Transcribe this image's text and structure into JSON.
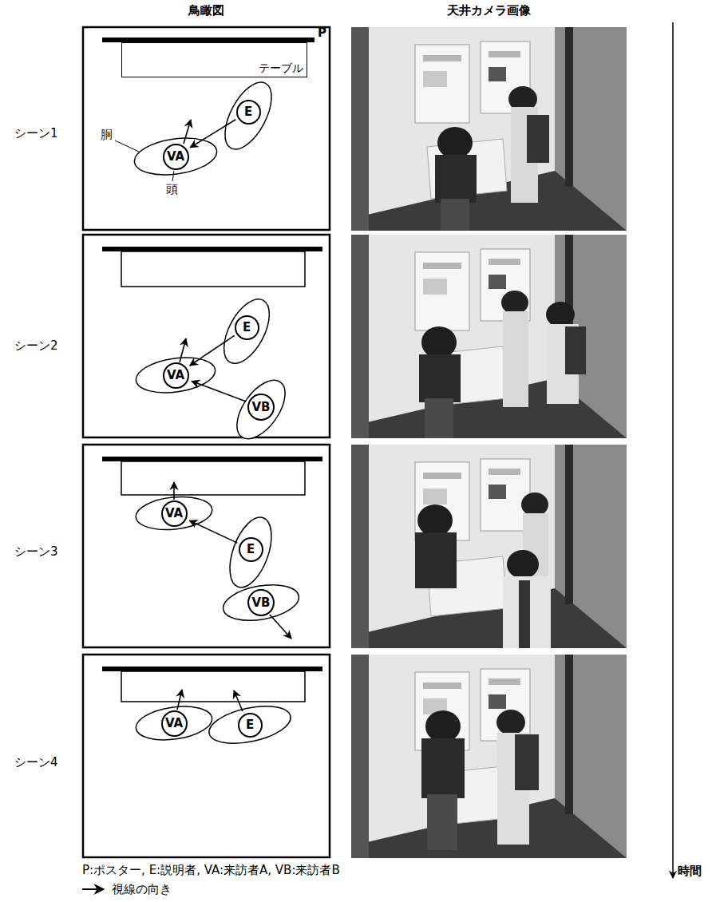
{
  "diagram": {
    "nodes": [
      {
        "text": [
          "テーブル"
        ]
      },
      {
        "text": [
          "E"
        ]
      },
      {
        "text": [
          "VA"
        ]
      },
      {
        "text": [
          "E"
        ]
      },
      {
        "text": [
          "VA"
        ]
      },
      {
        "text": [
          "VB"
        ]
      },
      {
        "text": [
          "VA"
        ]
      },
      {
        "text": [
          "E"
        ]
      },
      {
        "text": [
          "VB"
        ]
      },
      {
        "text": [
          "VA"
        ]
      },
      {
        "text": [
          "E"
        ]
      }
    ],
    "edges": [
      {
        "from": 1,
        "to": 2,
        "arrow": "to"
      },
      {
        "from": 3,
        "to": 4,
        "arrow": "to"
      },
      {
        "from": 5,
        "to": 4,
        "arrow": "to"
      },
      {
        "from": 7,
        "to": 6,
        "arrow": "to"
      }
    ],
    "labels": [
      "鳥瞰図",
      "天井カメラ画像",
      "シーン1",
      "シーン2",
      "シーン3",
      "シーン4",
      "P",
      "胴",
      "頭",
      "時間",
      "P:ポスター, E:説明者, VA:来訪者A, VB:来訪者B"
    ],
    "legend": [
      {
        "text": "視線の向き"
      }
    ]
  }
}
